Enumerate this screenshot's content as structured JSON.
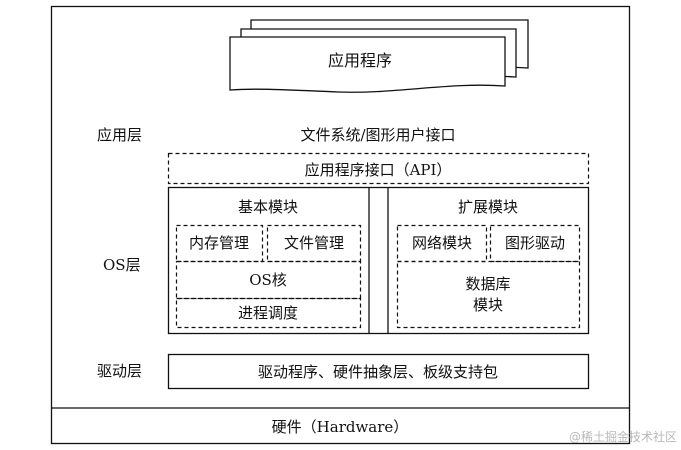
{
  "app": {
    "label": "应用程序"
  },
  "layers": {
    "app_layer": "应用层",
    "os_layer": "OS层",
    "driver_layer": "驱动层"
  },
  "fs_gui": "文件系统/图形用户接口",
  "api": "应用程序接口（API）",
  "basic": {
    "title": "基本模块",
    "memory": "内存管理",
    "file": "文件管理",
    "kernel": "OS核",
    "sched": "进程调度"
  },
  "ext": {
    "title": "扩展模块",
    "network": "网络模块",
    "graphics": "图形驱动",
    "db_line1": "数据库",
    "db_line2": "模块"
  },
  "driver_box": "驱动程序、硬件抽象层、板级支持包",
  "hardware": "硬件（Hardware）",
  "watermark": "@稀土掘金技术社区"
}
